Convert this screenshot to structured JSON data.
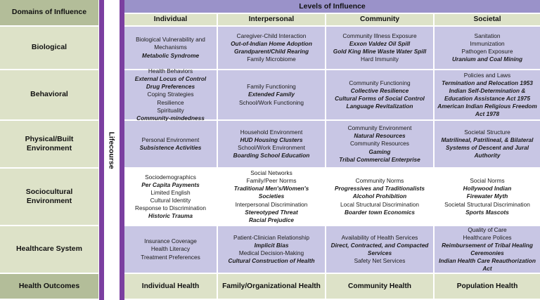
{
  "domains": {
    "header": "Domains of Influence",
    "rows": [
      {
        "label": "Biological"
      },
      {
        "label": "Behavioral"
      },
      {
        "label": "Physical/Built Environment"
      },
      {
        "label": "Sociocultural Environment"
      },
      {
        "label": "Healthcare System"
      },
      {
        "label": "Health Outcomes"
      }
    ]
  },
  "axis": {
    "lifecourse_label": "Lifecourse"
  },
  "levels": {
    "header": "Levels of Influence",
    "columns": [
      "Individual",
      "Interpersonal",
      "Community",
      "Societal"
    ]
  },
  "colors": {
    "purple_bar": "#7b3fa0",
    "header_purple": "#9a92c9",
    "cell_purple": "#c8c6e4",
    "domain_green": "#dde2c8",
    "domain_green_dark": "#b3bd99"
  },
  "matrix": {
    "biological": {
      "individual": [
        {
          "text": "Biological Vulnerability and Mechanisms",
          "em": false,
          "wrap": true
        },
        {
          "text": "Metabolic Syndrome",
          "em": true,
          "wrap": false
        }
      ],
      "interpersonal": [
        {
          "text": "Caregiver-Child Interaction",
          "em": false,
          "wrap": false
        },
        {
          "text": "Out-of-Indian Home Adoption",
          "em": true,
          "wrap": false
        },
        {
          "text": "Grandparent/Child Rearing",
          "em": true,
          "wrap": false
        },
        {
          "text": "Family Microbiome",
          "em": false,
          "wrap": false
        }
      ],
      "community": [
        {
          "text": "Community Illness Exposure",
          "em": false,
          "wrap": false
        },
        {
          "text": "Exxon Valdez Oil Spill",
          "em": true,
          "wrap": false
        },
        {
          "text": "Gold King Mine Waste Water Spill",
          "em": true,
          "wrap": false
        },
        {
          "text": "Hard Immunity",
          "em": false,
          "wrap": false
        }
      ],
      "societal": [
        {
          "text": "Sanitation",
          "em": false,
          "wrap": false
        },
        {
          "text": "Immunization",
          "em": false,
          "wrap": false
        },
        {
          "text": "Pathogen Exposure",
          "em": false,
          "wrap": false
        },
        {
          "text": "Uranium and Coal Mining",
          "em": true,
          "wrap": false
        }
      ]
    },
    "behavioral": {
      "individual": [
        {
          "text": "Health Behaviors",
          "em": false,
          "wrap": false
        },
        {
          "text": "External Locus of Control",
          "em": true,
          "wrap": false
        },
        {
          "text": "Drug Preferences",
          "em": true,
          "wrap": false
        },
        {
          "text": "Coping Strategies",
          "em": false,
          "wrap": false
        },
        {
          "text": "Resilience",
          "em": false,
          "wrap": false
        },
        {
          "text": "Spirituality",
          "em": false,
          "wrap": false
        },
        {
          "text": "Community-mindedness",
          "em": true,
          "wrap": false
        }
      ],
      "interpersonal": [
        {
          "text": "Family Functioning",
          "em": false,
          "wrap": false
        },
        {
          "text": "Extended Family",
          "em": true,
          "wrap": false
        },
        {
          "text": "School/Work Functioning",
          "em": false,
          "wrap": false
        }
      ],
      "community": [
        {
          "text": "Community Functioning",
          "em": false,
          "wrap": false
        },
        {
          "text": "Collective Resilience",
          "em": true,
          "wrap": false
        },
        {
          "text": "Cultural Forms of Social Control",
          "em": true,
          "wrap": false
        },
        {
          "text": "Language Revitalization",
          "em": true,
          "wrap": false
        }
      ],
      "societal": [
        {
          "text": "Policies and Laws",
          "em": false,
          "wrap": false
        },
        {
          "text": "Termination and Relocation 1953",
          "em": true,
          "wrap": false
        },
        {
          "text": "Indian Self-Determination & Education Assistance Act 1975",
          "em": true,
          "wrap": true
        },
        {
          "text": "American Indian Religious Freedom Act 1978",
          "em": true,
          "wrap": true
        }
      ]
    },
    "physical_built": {
      "individual": [
        {
          "text": "Personal Environment",
          "em": false,
          "wrap": false
        },
        {
          "text": "Subsistence Activities",
          "em": true,
          "wrap": false
        }
      ],
      "interpersonal": [
        {
          "text": "Household Environment",
          "em": false,
          "wrap": false
        },
        {
          "text": "HUD Housing Clusters",
          "em": true,
          "wrap": false
        },
        {
          "text": "School/Work Environment",
          "em": false,
          "wrap": false
        },
        {
          "text": "Boarding School Education",
          "em": true,
          "wrap": false
        }
      ],
      "community": [
        {
          "text": "Community Environment",
          "em": false,
          "wrap": false
        },
        {
          "text": "Natural Resources",
          "em": true,
          "wrap": false
        },
        {
          "text": "Community Resources",
          "em": false,
          "wrap": false
        },
        {
          "text": "Gaming",
          "em": true,
          "wrap": false
        },
        {
          "text": "Tribal Commercial Enterprise",
          "em": true,
          "wrap": false
        }
      ],
      "societal": [
        {
          "text": "Societal Structure",
          "em": false,
          "wrap": false
        },
        {
          "text": "Matrilineal, Patrilineal, & Bilateral Systems of Descent and Jural Authority",
          "em": true,
          "wrap": true
        }
      ]
    },
    "sociocultural": {
      "individual": [
        {
          "text": "Sociodemographics",
          "em": false,
          "wrap": false
        },
        {
          "text": "Per Capita Payments",
          "em": true,
          "wrap": false
        },
        {
          "text": "Limited English",
          "em": false,
          "wrap": false
        },
        {
          "text": "Cultural Identity",
          "em": false,
          "wrap": false
        },
        {
          "text": "Response to Discrimination",
          "em": false,
          "wrap": false
        },
        {
          "text": "Historic Trauma",
          "em": true,
          "wrap": false
        }
      ],
      "interpersonal": [
        {
          "text": "Social Networks",
          "em": false,
          "wrap": false
        },
        {
          "text": "Family/Peer Norms",
          "em": false,
          "wrap": false
        },
        {
          "text": "Traditional Men's/Women's Societies",
          "em": true,
          "wrap": true
        },
        {
          "text": "Interpersonal Discrimination",
          "em": false,
          "wrap": false
        },
        {
          "text": "Stereotyped Threat",
          "em": true,
          "wrap": false
        },
        {
          "text": "Racial Prejudice",
          "em": true,
          "wrap": false
        }
      ],
      "community": [
        {
          "text": "Community Norms",
          "em": false,
          "wrap": false
        },
        {
          "text": "Progressives and Traditionalists",
          "em": true,
          "wrap": false
        },
        {
          "text": "Alcohol Prohibition",
          "em": true,
          "wrap": false
        },
        {
          "text": "Local Structural Discrimination",
          "em": false,
          "wrap": false
        },
        {
          "text": "Boarder town Economics",
          "em": true,
          "wrap": false
        }
      ],
      "societal": [
        {
          "text": "Social Norms",
          "em": false,
          "wrap": false
        },
        {
          "text": "Hollywood Indian",
          "em": true,
          "wrap": false
        },
        {
          "text": "Firewater Myth",
          "em": true,
          "wrap": false
        },
        {
          "text": "Societal Structural Discrimination",
          "em": false,
          "wrap": false
        },
        {
          "text": "Sports Mascots",
          "em": true,
          "wrap": false
        }
      ]
    },
    "healthcare_system": {
      "individual": [
        {
          "text": "Insurance Coverage",
          "em": false,
          "wrap": false
        },
        {
          "text": "Health Literacy",
          "em": false,
          "wrap": false
        },
        {
          "text": "Treatment Preferences",
          "em": false,
          "wrap": false
        }
      ],
      "interpersonal": [
        {
          "text": "Patient-Clinician Relationship",
          "em": false,
          "wrap": false
        },
        {
          "text": "Implicit Bias",
          "em": true,
          "wrap": false
        },
        {
          "text": "Medical Decision-Making",
          "em": false,
          "wrap": false
        },
        {
          "text": "Cultural Construction of Health",
          "em": true,
          "wrap": false
        }
      ],
      "community": [
        {
          "text": "Availability of Health Services",
          "em": false,
          "wrap": false
        },
        {
          "text": "Direct, Contracted, and Compacted Services",
          "em": true,
          "wrap": true
        },
        {
          "text": "Safety Net Services",
          "em": false,
          "wrap": false
        }
      ],
      "societal": [
        {
          "text": "Quality of Care",
          "em": false,
          "wrap": false
        },
        {
          "text": "Healthcare Polices",
          "em": false,
          "wrap": false
        },
        {
          "text": "Reimbursement of Tribal Healing Ceremonies",
          "em": true,
          "wrap": true
        },
        {
          "text": "Indian Health Care Reauthorization Act",
          "em": true,
          "wrap": true
        }
      ]
    },
    "health_outcomes": {
      "individual": [
        {
          "text": "Individual Health",
          "em": false,
          "wrap": false
        }
      ],
      "interpersonal": [
        {
          "text": "Family/Organizational Health",
          "em": false,
          "wrap": true
        }
      ],
      "community": [
        {
          "text": "Community Health",
          "em": false,
          "wrap": true
        }
      ],
      "societal": [
        {
          "text": "Population Health",
          "em": false,
          "wrap": true
        }
      ]
    }
  }
}
